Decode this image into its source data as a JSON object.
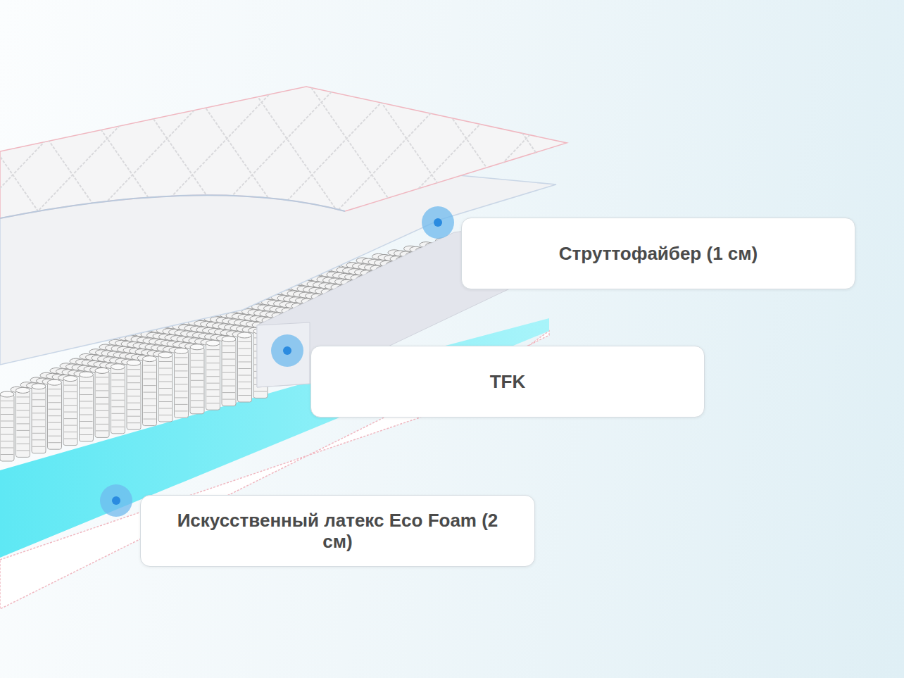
{
  "diagram": {
    "nodes": [
      {
        "text": [
          "Струттофайбер (1 см)"
        ]
      },
      {
        "text": [
          "TFK"
        ]
      },
      {
        "text": [
          "Искусственный латекс Eco Foam (2 см)"
        ]
      }
    ]
  }
}
